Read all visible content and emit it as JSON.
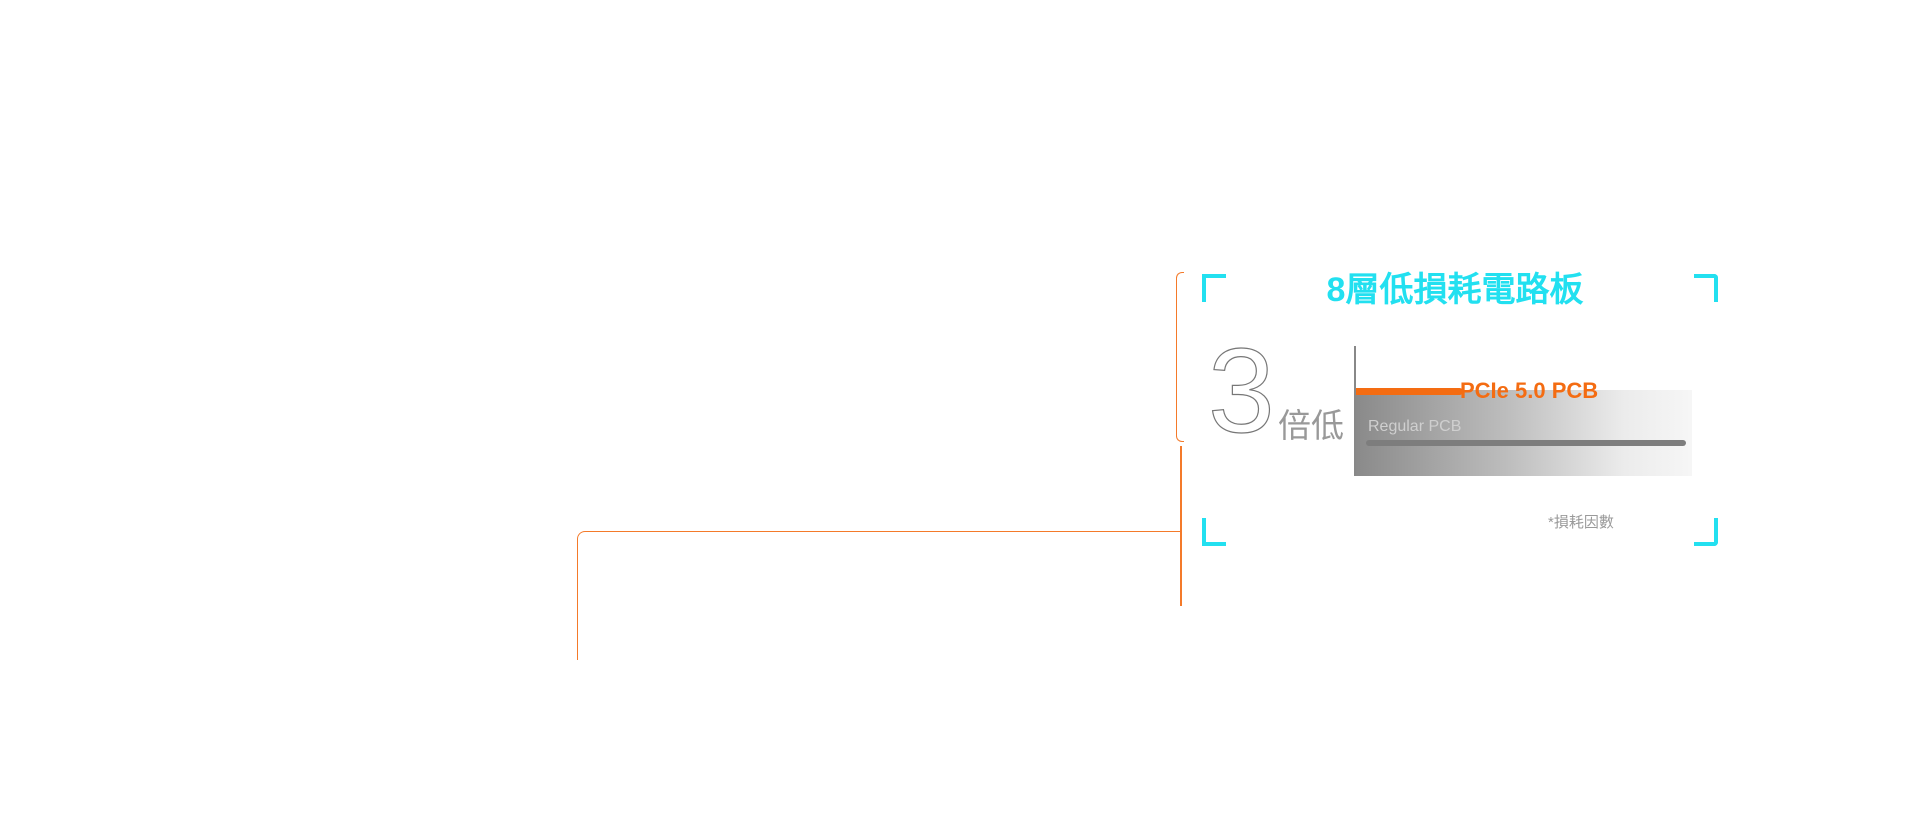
{
  "title": "8層低損耗電路板",
  "stat": {
    "number": "3",
    "unit": "倍低"
  },
  "chart_data": {
    "type": "bar",
    "categories": [
      "PCIe 5.0 PCB",
      "Regular PCB"
    ],
    "values": [
      1,
      3
    ],
    "orientation": "horizontal",
    "accent_colors": {
      "pcie": "#f46c12",
      "regular": "#7d7d7d"
    }
  },
  "footnote": "*損耗因數",
  "colors": {
    "accent_cyan": "#22e0f0",
    "accent_orange": "#f47a2a"
  }
}
